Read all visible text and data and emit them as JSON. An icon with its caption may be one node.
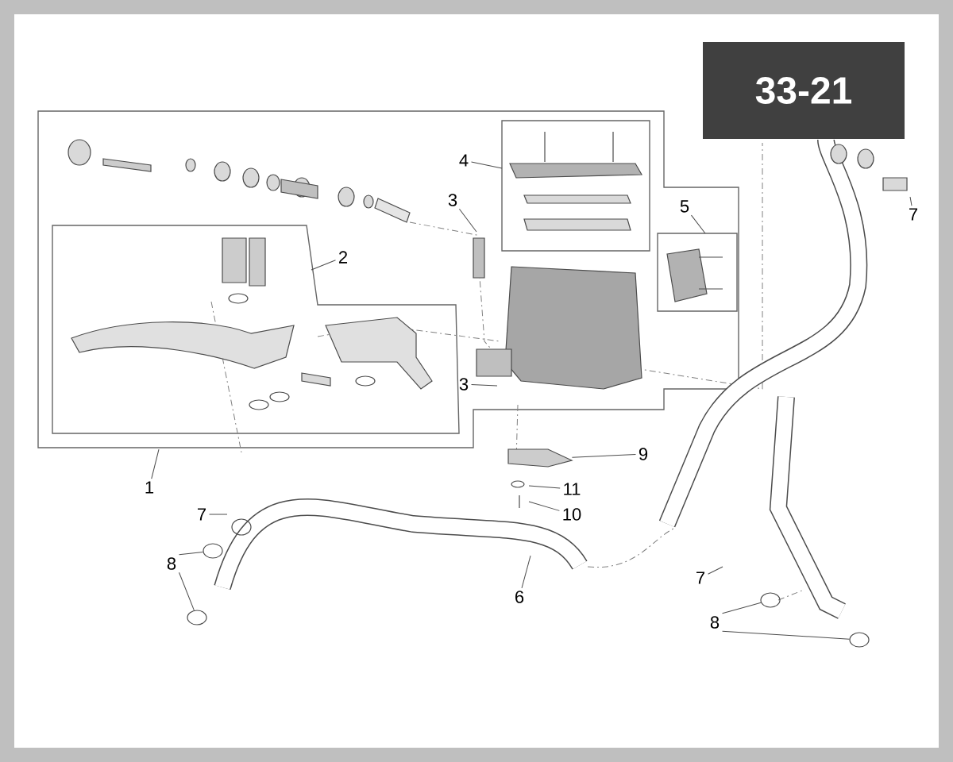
{
  "diagram": {
    "nodes": [
      {
        "text": [
          "33-21"
        ]
      },
      {
        "text": [
          "4"
        ]
      },
      {
        "text": [
          "3"
        ]
      },
      {
        "text": [
          "5"
        ]
      },
      {
        "text": [
          "7"
        ]
      },
      {
        "text": [
          "2"
        ]
      },
      {
        "text": [
          "3"
        ]
      },
      {
        "text": [
          "9"
        ]
      },
      {
        "text": [
          "1"
        ]
      },
      {
        "text": [
          "11"
        ]
      },
      {
        "text": [
          "10"
        ]
      },
      {
        "text": [
          "7"
        ]
      },
      {
        "text": [
          "8"
        ]
      },
      {
        "text": [
          "6"
        ]
      },
      {
        "text": [
          "7"
        ]
      },
      {
        "text": [
          "8"
        ]
      },
      {
        "text": [],
        "shape": "circle"
      },
      {
        "text": [],
        "shape": "circle"
      },
      {
        "text": [],
        "shape": "picture"
      },
      {
        "text": [],
        "shape": "circle"
      },
      {
        "text": [],
        "shape": "circle"
      }
    ],
    "edges": [
      {
        "from": 1,
        "to": null,
        "arrow": "none"
      },
      {
        "from": 2,
        "to": null,
        "arrow": "none"
      },
      {
        "from": 3,
        "to": null,
        "arrow": "none"
      },
      {
        "from": 4,
        "to": null,
        "arrow": "none"
      },
      {
        "from": 5,
        "to": null,
        "arrow": "none"
      },
      {
        "from": 6,
        "to": null,
        "arrow": "none"
      },
      {
        "from": 7,
        "to": 18,
        "arrow": "none"
      },
      {
        "from": 8,
        "to": null,
        "arrow": "none"
      },
      {
        "from": 9,
        "to": null,
        "arrow": "none"
      },
      {
        "from": 10,
        "to": null,
        "arrow": "none"
      },
      {
        "from": 11,
        "to": null,
        "arrow": "none"
      },
      {
        "from": 12,
        "to": 16,
        "arrow": "none"
      },
      {
        "from": 12,
        "to": 17,
        "arrow": "none"
      },
      {
        "from": 13,
        "to": null,
        "arrow": "none"
      },
      {
        "from": 14,
        "to": null,
        "arrow": "none"
      },
      {
        "from": 15,
        "to": 19,
        "arrow": "none"
      },
      {
        "from": 15,
        "to": 20,
        "arrow": "none"
      }
    ]
  }
}
